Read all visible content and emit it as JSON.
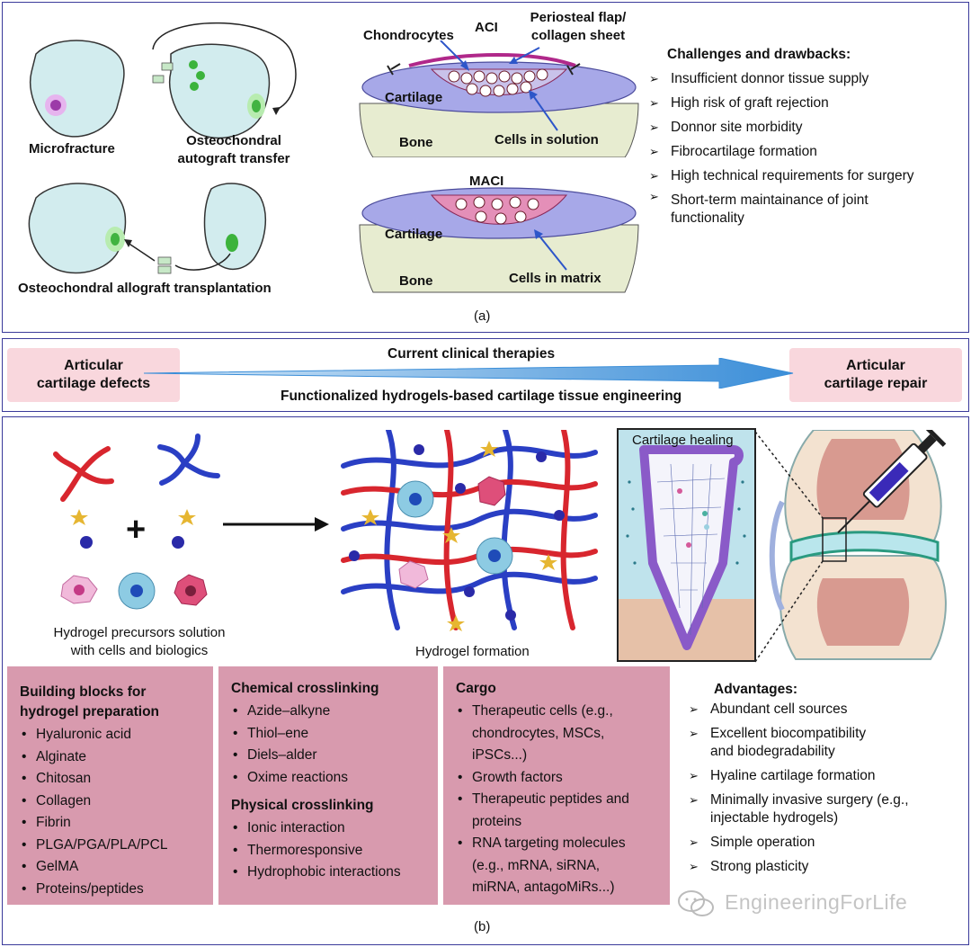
{
  "panel_a": {
    "caption": "(a)",
    "microfracture": "Microfracture",
    "osteochondral_autograft": [
      "Osteochondral",
      "autograft transfer"
    ],
    "osteochondral_allograft": "Osteochondral allograft transplantation",
    "aci": {
      "title": "ACI",
      "chondrocytes": "Chondrocytes",
      "flap": [
        "Periosteal flap/",
        "collagen sheet"
      ],
      "cartilage": "Cartilage",
      "bone": "Bone",
      "cells": "Cells in solution"
    },
    "maci": {
      "title": "MACI",
      "cartilage": "Cartilage",
      "bone": "Bone",
      "cells": "Cells in matrix"
    },
    "challenges": {
      "title": "Challenges and drawbacks:",
      "items": [
        "Insufficient donnor tissue supply",
        "High risk of graft rejection",
        "Donnor site morbidity",
        "Fibrocartilage formation",
        "High technical requirements for surgery",
        "Short-term maintainance of joint functionality"
      ]
    }
  },
  "flow": {
    "left": [
      "Articular",
      "cartilage defects"
    ],
    "right": [
      "Articular",
      "cartilage repair"
    ],
    "top": "Current clinical therapies",
    "bottom": "Functionalized hydrogels-based cartilage tissue engineering"
  },
  "panel_b": {
    "caption": "(b)",
    "precursors": [
      "Hydrogel precursors solution",
      "with cells and biologics"
    ],
    "formation": "Hydrogel formation",
    "plus": "+",
    "healing": "Cartilage healing",
    "building_blocks": {
      "title": [
        "Building blocks for",
        "hydrogel preparation"
      ],
      "items": [
        "Hyaluronic acid",
        "Alginate",
        "Chitosan",
        "Collagen",
        "Fibrin",
        "PLGA/PGA/PLA/PCL",
        "GelMA",
        "Proteins/peptides"
      ]
    },
    "chemical": {
      "title": "Chemical crosslinking",
      "items": [
        "Azide–alkyne",
        "Thiol–ene",
        "Diels–alder",
        "Oxime reactions"
      ]
    },
    "physical": {
      "title": "Physical crosslinking",
      "items": [
        "Ionic interaction",
        "Thermoresponsive",
        "Hydrophobic interactions"
      ]
    },
    "cargo": {
      "title": "Cargo",
      "items": [
        "Therapeutic cells (e.g., chondrocytes, MSCs, iPSCs...)",
        "Growth factors",
        "Therapeutic peptides and proteins",
        "RNA targeting molecules (e.g., mRNA, siRNA, miRNA, antagoMiRs...)"
      ]
    },
    "advantages": {
      "title": "Advantages:",
      "items": [
        "Abundant cell sources",
        "Excellent biocompatibility and biodegradability",
        "Hyaline cartilage formation",
        "Minimally invasive surgery (e.g., injectable hydrogels)",
        "Simple operation",
        "Strong plasticity"
      ]
    }
  },
  "watermark": "EngineeringForLife",
  "colors": {
    "border": "#3a3a9a",
    "pink_box": "#d89aae",
    "flow_box": "#f9d7dd",
    "arrow_blue": "#3b8ed8",
    "knee": "#d2ecee",
    "cartilage": "#a7a8e8",
    "bone": "#e7ecd0",
    "red_polymer": "#d8262e",
    "blue_polymer": "#2a3fc4",
    "star": "#e6b632"
  }
}
